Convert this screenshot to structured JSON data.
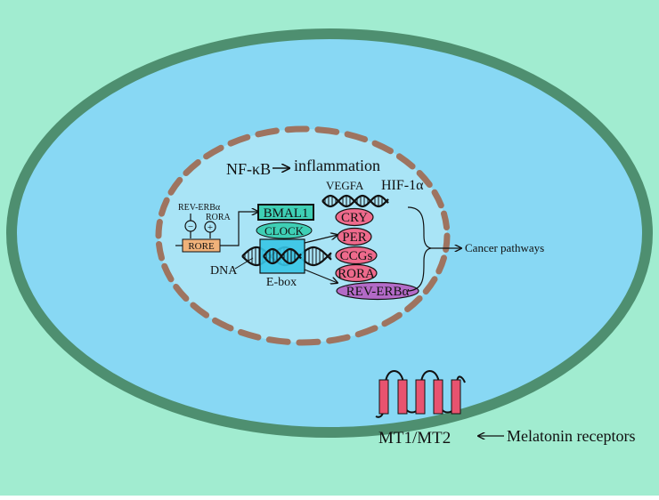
{
  "colors": {
    "background": "#a1ecd0",
    "cell_membrane": "#4e8f70",
    "cytoplasm": "#88d8f4",
    "nucleus": "#a9e4f6",
    "nuclear_envelope": "#9e7460",
    "rore_box": "#f0b27a",
    "bmal1_box": "#3ecfb5",
    "clock_oval": "#3ecfb5",
    "ebox": "#36c4e6",
    "gene_pink": "#ee6a8c",
    "rev_erb_purple": "#b36ac7",
    "receptor_pink": "#e8536f"
  },
  "labels": {
    "nfkb": "NF-κB",
    "inflammation": "inflammation",
    "vegfa": "VEGFA",
    "hif": "HIF-1α",
    "rev_erb_left": "REV-ERBα",
    "rora_left": "RORA",
    "minus": "−",
    "plus": "+",
    "rore": "RORE",
    "bmal1": "BMAL1",
    "clock": "CLOCK",
    "dna": "DNA",
    "ebox": "E-box",
    "cancer_pathways": "Cancer pathways",
    "mt1_mt2": "MT1/MT2",
    "melatonin_receptors": "Melatonin receptors"
  },
  "genes": [
    "CRY",
    "PER",
    "CCGs",
    "RORA",
    "REV-ERBα"
  ]
}
